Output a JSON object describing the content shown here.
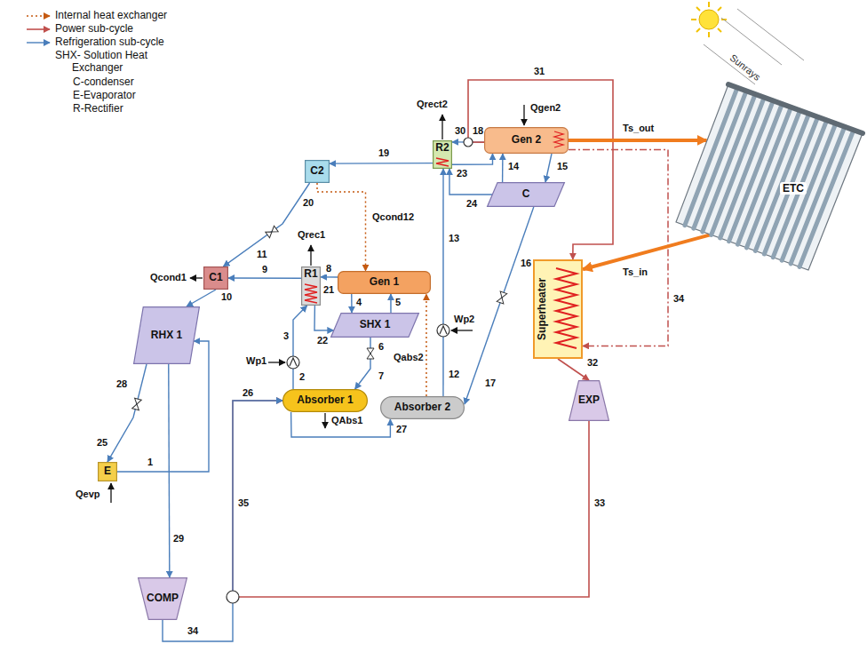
{
  "diagram": {
    "nodes": [
      {
        "text": [
          "C2"
        ]
      },
      {
        "text": [
          "R2"
        ]
      },
      {
        "text": [
          "Gen 2"
        ]
      },
      {
        "text": [
          "ETC"
        ]
      },
      {
        "text": [
          "C1"
        ]
      },
      {
        "text": [
          "R1"
        ]
      },
      {
        "text": [
          "Gen 1"
        ]
      },
      {
        "text": [
          "C"
        ]
      },
      {
        "text": [
          "RHX 1"
        ]
      },
      {
        "text": [
          "SHX 1"
        ]
      },
      {
        "text": [
          "Superheater"
        ]
      },
      {
        "text": [
          "Absorber 1"
        ]
      },
      {
        "text": [
          "Absorber 2"
        ]
      },
      {
        "text": [
          "EXP"
        ]
      },
      {
        "text": [
          "E"
        ]
      },
      {
        "text": [
          "COMP"
        ]
      }
    ],
    "edges": [
      {
        "from": 1,
        "to": 0,
        "arrow": "to"
      },
      {
        "from": 0,
        "to": 4,
        "arrow": "to"
      },
      {
        "from": 5,
        "to": 4,
        "arrow": "to"
      },
      {
        "from": 6,
        "to": 5,
        "arrow": "to"
      },
      {
        "from": 4,
        "to": 8,
        "arrow": "to"
      },
      {
        "from": 8,
        "to": 14,
        "arrow": "to"
      },
      {
        "from": 14,
        "to": 8,
        "arrow": "to"
      },
      {
        "from": 8,
        "to": 15,
        "arrow": "to"
      },
      {
        "from": 6,
        "to": 9,
        "arrow": "to"
      },
      {
        "from": 9,
        "to": 6,
        "arrow": "to"
      },
      {
        "from": 5,
        "to": 9,
        "arrow": "to"
      },
      {
        "from": 9,
        "to": 11,
        "arrow": "to"
      },
      {
        "from": 11,
        "to": 5,
        "arrow": "to"
      },
      {
        "from": 12,
        "to": 1,
        "arrow": "to"
      },
      {
        "from": 2,
        "to": 1,
        "arrow": "to"
      },
      {
        "from": 1,
        "to": 2,
        "arrow": "to"
      },
      {
        "from": 7,
        "to": 1,
        "arrow": "to"
      },
      {
        "from": 7,
        "to": 2,
        "arrow": "to"
      },
      {
        "from": 2,
        "to": 7,
        "arrow": "to"
      },
      {
        "from": 7,
        "to": 12,
        "arrow": "to"
      },
      {
        "from": 2,
        "to": 10,
        "arrow": "to"
      },
      {
        "from": 2,
        "to": 10,
        "arrow": "to"
      },
      {
        "from": 2,
        "to": 3,
        "arrow": "to"
      },
      {
        "from": 3,
        "to": 10,
        "arrow": "to"
      },
      {
        "from": 10,
        "to": 13,
        "arrow": "to"
      },
      {
        "from": 13,
        "to": 11,
        "arrow": "to"
      },
      {
        "from": 15,
        "to": 11,
        "arrow": "to"
      },
      {
        "from": 11,
        "to": 12,
        "arrow": "to"
      },
      {
        "from": 0,
        "to": 6,
        "arrow": "to"
      },
      {
        "from": 12,
        "to": 6,
        "arrow": "to"
      }
    ],
    "labels": [
      "SHX- Solution Heat Exchanger",
      "C-condenser",
      "E-Evaporator",
      "R-Rectifier",
      "Sunrays",
      "Qrect2",
      "30",
      "18",
      "31",
      "Qgen2",
      "Ts_out",
      "19",
      "Qcond12",
      "20",
      "11",
      "Qcond1",
      "9",
      "Qrec1",
      "8",
      "21",
      "4",
      "5",
      "Qabs2",
      "3",
      "22",
      "6",
      "7",
      "Wp1",
      "2",
      "QAbs1",
      "26",
      "27",
      "12",
      "13",
      "Wp2",
      "23",
      "24",
      "14",
      "15",
      "16",
      "17",
      "Ts_in",
      "34",
      "32",
      "33",
      "29",
      "35",
      "34",
      "10",
      "28",
      "25",
      "1",
      "Qevp"
    ],
    "legend": [
      {
        "text": "Internal heat exchanger"
      },
      {
        "text": "Power sub-cycle"
      },
      {
        "text": "Refrigeration sub-cycle"
      }
    ]
  }
}
